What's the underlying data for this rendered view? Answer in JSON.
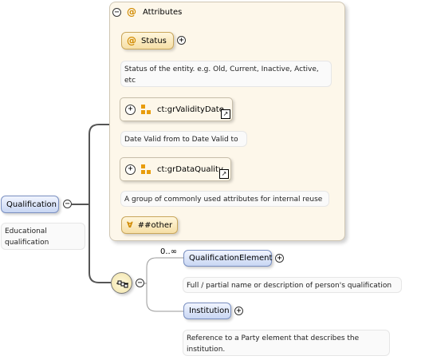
{
  "root": {
    "label": "Qualification",
    "documentation": "Educational qualification"
  },
  "attributes": {
    "header": "Attributes",
    "status": {
      "label": "Status",
      "documentation": "Status of the entity. e.g. Old, Current, Inactive, Active, etc"
    },
    "validity": {
      "label": "ct:grValidityDate",
      "documentation": "Date Valid from to Date Valid to"
    },
    "quality": {
      "label": "ct:grDataQuality",
      "documentation": "A group of commonly used attributes for internal reuse"
    },
    "other": {
      "label": "##other"
    }
  },
  "sequence": {
    "cardinality": "0..∞",
    "elements": [
      {
        "label": "QualificationElement",
        "documentation": "Full / partial name or description of person's qualification"
      },
      {
        "label": "Institution",
        "documentation": "Reference to a Party element that describes the institution."
      }
    ]
  },
  "icons": {
    "expand": "plus-circle",
    "collapse": "minus-circle",
    "attribute": "at-sign",
    "attribute_group": "orange-squares",
    "reference": "arrow-link",
    "any_attribute": "forall",
    "sequence": "sequence-compositor"
  },
  "colors": {
    "element_fill": "#c8d6f3",
    "attribute_fill": "#f6dfa6",
    "panel_fill": "#fdf7ea",
    "accent_orange": "#e89c0c"
  }
}
